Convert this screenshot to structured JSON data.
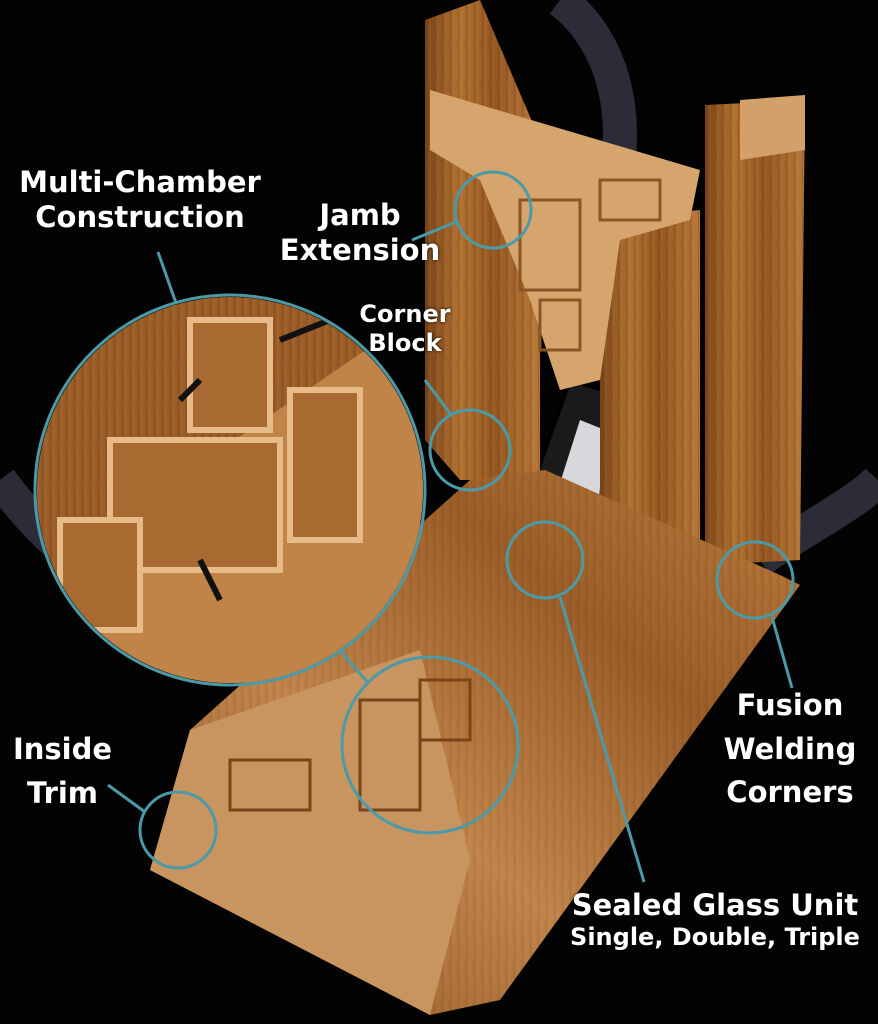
{
  "labels": {
    "multi_chamber": [
      "Multi-Chamber",
      "Construction"
    ],
    "jamb_extension": [
      "Jamb",
      "Extension"
    ],
    "corner_block": [
      "Corner",
      "Block"
    ],
    "fusion_welding": [
      "Fusion",
      "Welding",
      "Corners"
    ],
    "inside_trim": [
      "Inside",
      "Trim"
    ],
    "sealed_glass": {
      "title": "Sealed Glass Unit",
      "subtitle": "Single, Double, Triple"
    }
  },
  "colors": {
    "background": "#030304",
    "swoosh": "#2c2c38",
    "wood": "#a8682e",
    "wood_dark": "#6e3f18",
    "wood_light": "#d3a06a",
    "callout": "#4a9aa8",
    "text": "#ffffff"
  }
}
